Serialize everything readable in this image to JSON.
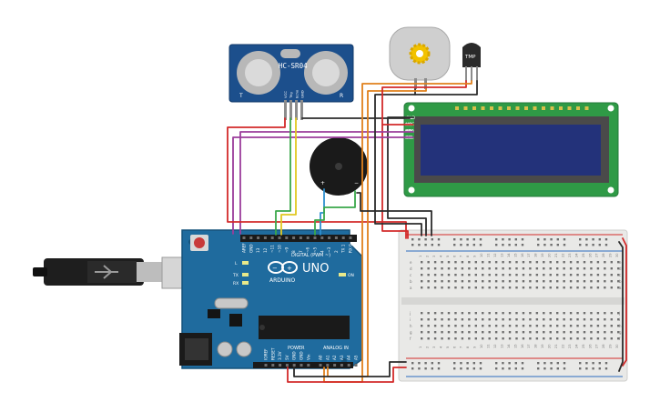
{
  "ultrasonic": {
    "model_label": "HC-SR04",
    "left_mark": "T",
    "right_mark": "R",
    "pins": [
      "VCC",
      "Trig",
      "Echo",
      "GND"
    ]
  },
  "temp_sensor": {
    "label": "TMP"
  },
  "buzzer": {
    "plus": "+",
    "minus": "−"
  },
  "lcd": {
    "pins": [
      "GND",
      "VCC",
      "SDA",
      "SCL"
    ]
  },
  "arduino": {
    "brand": "ARDUINO",
    "model": "UNO",
    "digital_label": "DIGITAL (PWM ~)",
    "power_label": "POWER",
    "analog_label": "ANALOG IN",
    "on_label": "ON",
    "led_labels": [
      "L",
      "TX",
      "RX"
    ],
    "top_pins": [
      "AREF",
      "GND",
      "13",
      "12",
      "~11",
      "~10",
      "~9",
      "8",
      "7",
      "~6",
      "~5",
      "4",
      "~3",
      "2",
      "TX 1",
      "RX 0"
    ],
    "power_pins": [
      "IOREF",
      "RESET",
      "3.3V",
      "5V",
      "GND",
      "GND",
      "Vin"
    ],
    "analog_pins": [
      "A0",
      "A1",
      "A2",
      "A3",
      "A4",
      "A5"
    ]
  },
  "breadboard": {
    "columns": [
      "1",
      "2",
      "3",
      "4",
      "5",
      "6",
      "7",
      "8",
      "9",
      "10",
      "11",
      "12",
      "13",
      "14",
      "15",
      "16",
      "17",
      "18",
      "19",
      "20",
      "21",
      "22",
      "23",
      "24",
      "25",
      "26",
      "27",
      "28",
      "29",
      "30"
    ],
    "rows_top": [
      "a",
      "b",
      "c",
      "d",
      "e"
    ],
    "rows_bottom": [
      "f",
      "g",
      "h",
      "i",
      "j"
    ]
  },
  "colors": {
    "board": "#1f6b9e",
    "breadboard": "#e9e9e7",
    "lcd_board": "#2f9a46",
    "lcd_screen": "#23327a",
    "sensor_board": "#1c4f8c",
    "wire_red": "#d32a2a",
    "wire_black": "#2b2b2b",
    "wire_green": "#3aa84a",
    "wire_yellow": "#e0c820",
    "wire_purple": "#9b3d9b",
    "wire_orange": "#e0801c",
    "wire_blue": "#2d8fcf"
  }
}
